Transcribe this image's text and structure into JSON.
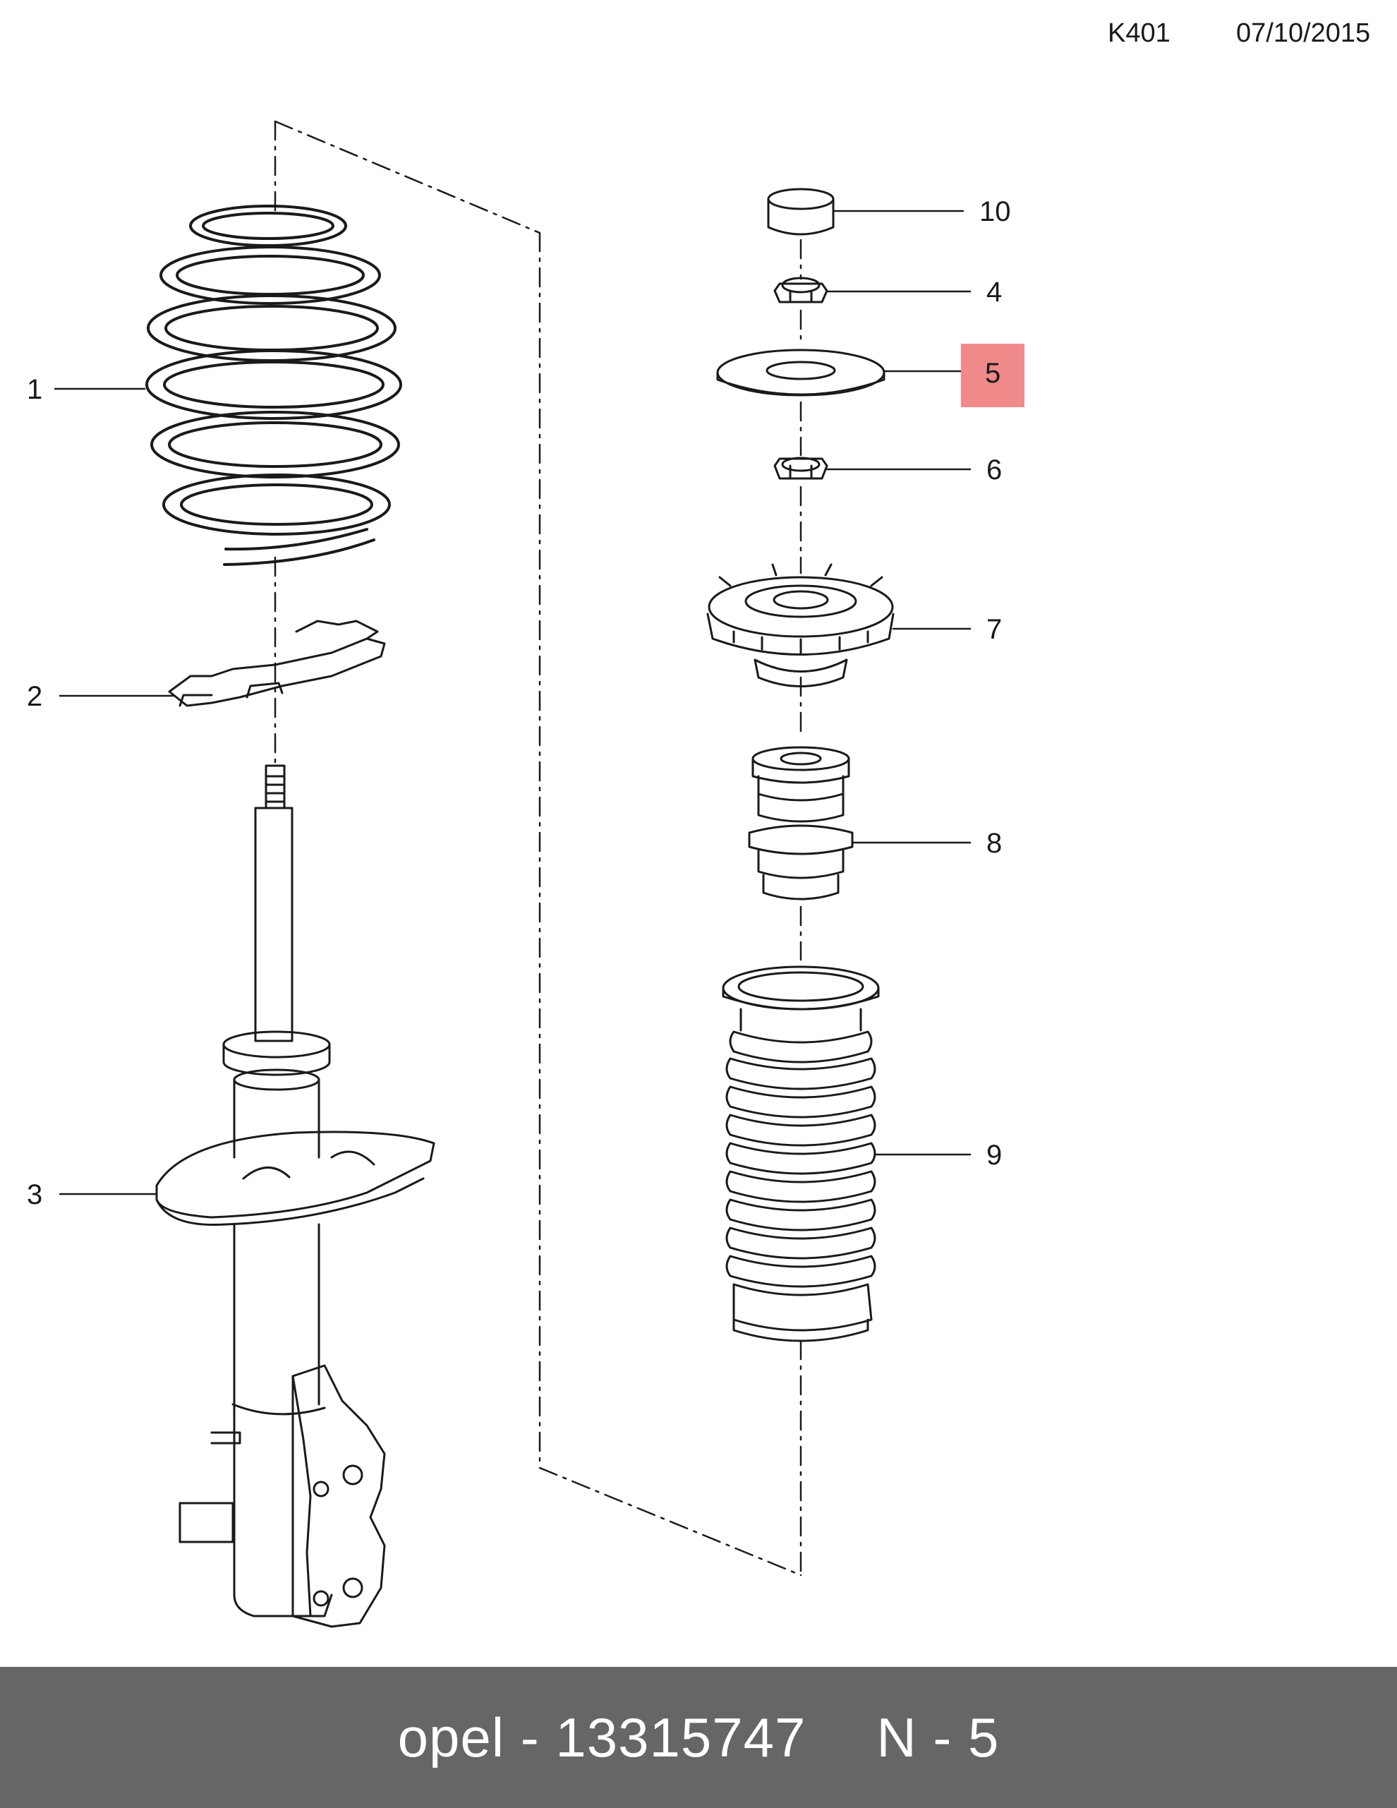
{
  "header": {
    "code": "K401",
    "date": "07/10/2015"
  },
  "callouts": [
    {
      "id": "1",
      "label": "1"
    },
    {
      "id": "2",
      "label": "2"
    },
    {
      "id": "3",
      "label": "3"
    },
    {
      "id": "4",
      "label": "4"
    },
    {
      "id": "5",
      "label": "5",
      "highlight": true
    },
    {
      "id": "6",
      "label": "6"
    },
    {
      "id": "7",
      "label": "7"
    },
    {
      "id": "8",
      "label": "8"
    },
    {
      "id": "9",
      "label": "9"
    },
    {
      "id": "10",
      "label": "10"
    }
  ],
  "footer": {
    "part_text": "opel - 13315747",
    "position_text": "N - 5"
  },
  "colors": {
    "highlight": "#f08a8a",
    "footer_bg": "#666666",
    "footer_text": "#ffffff",
    "line": "#1a1a1a"
  }
}
